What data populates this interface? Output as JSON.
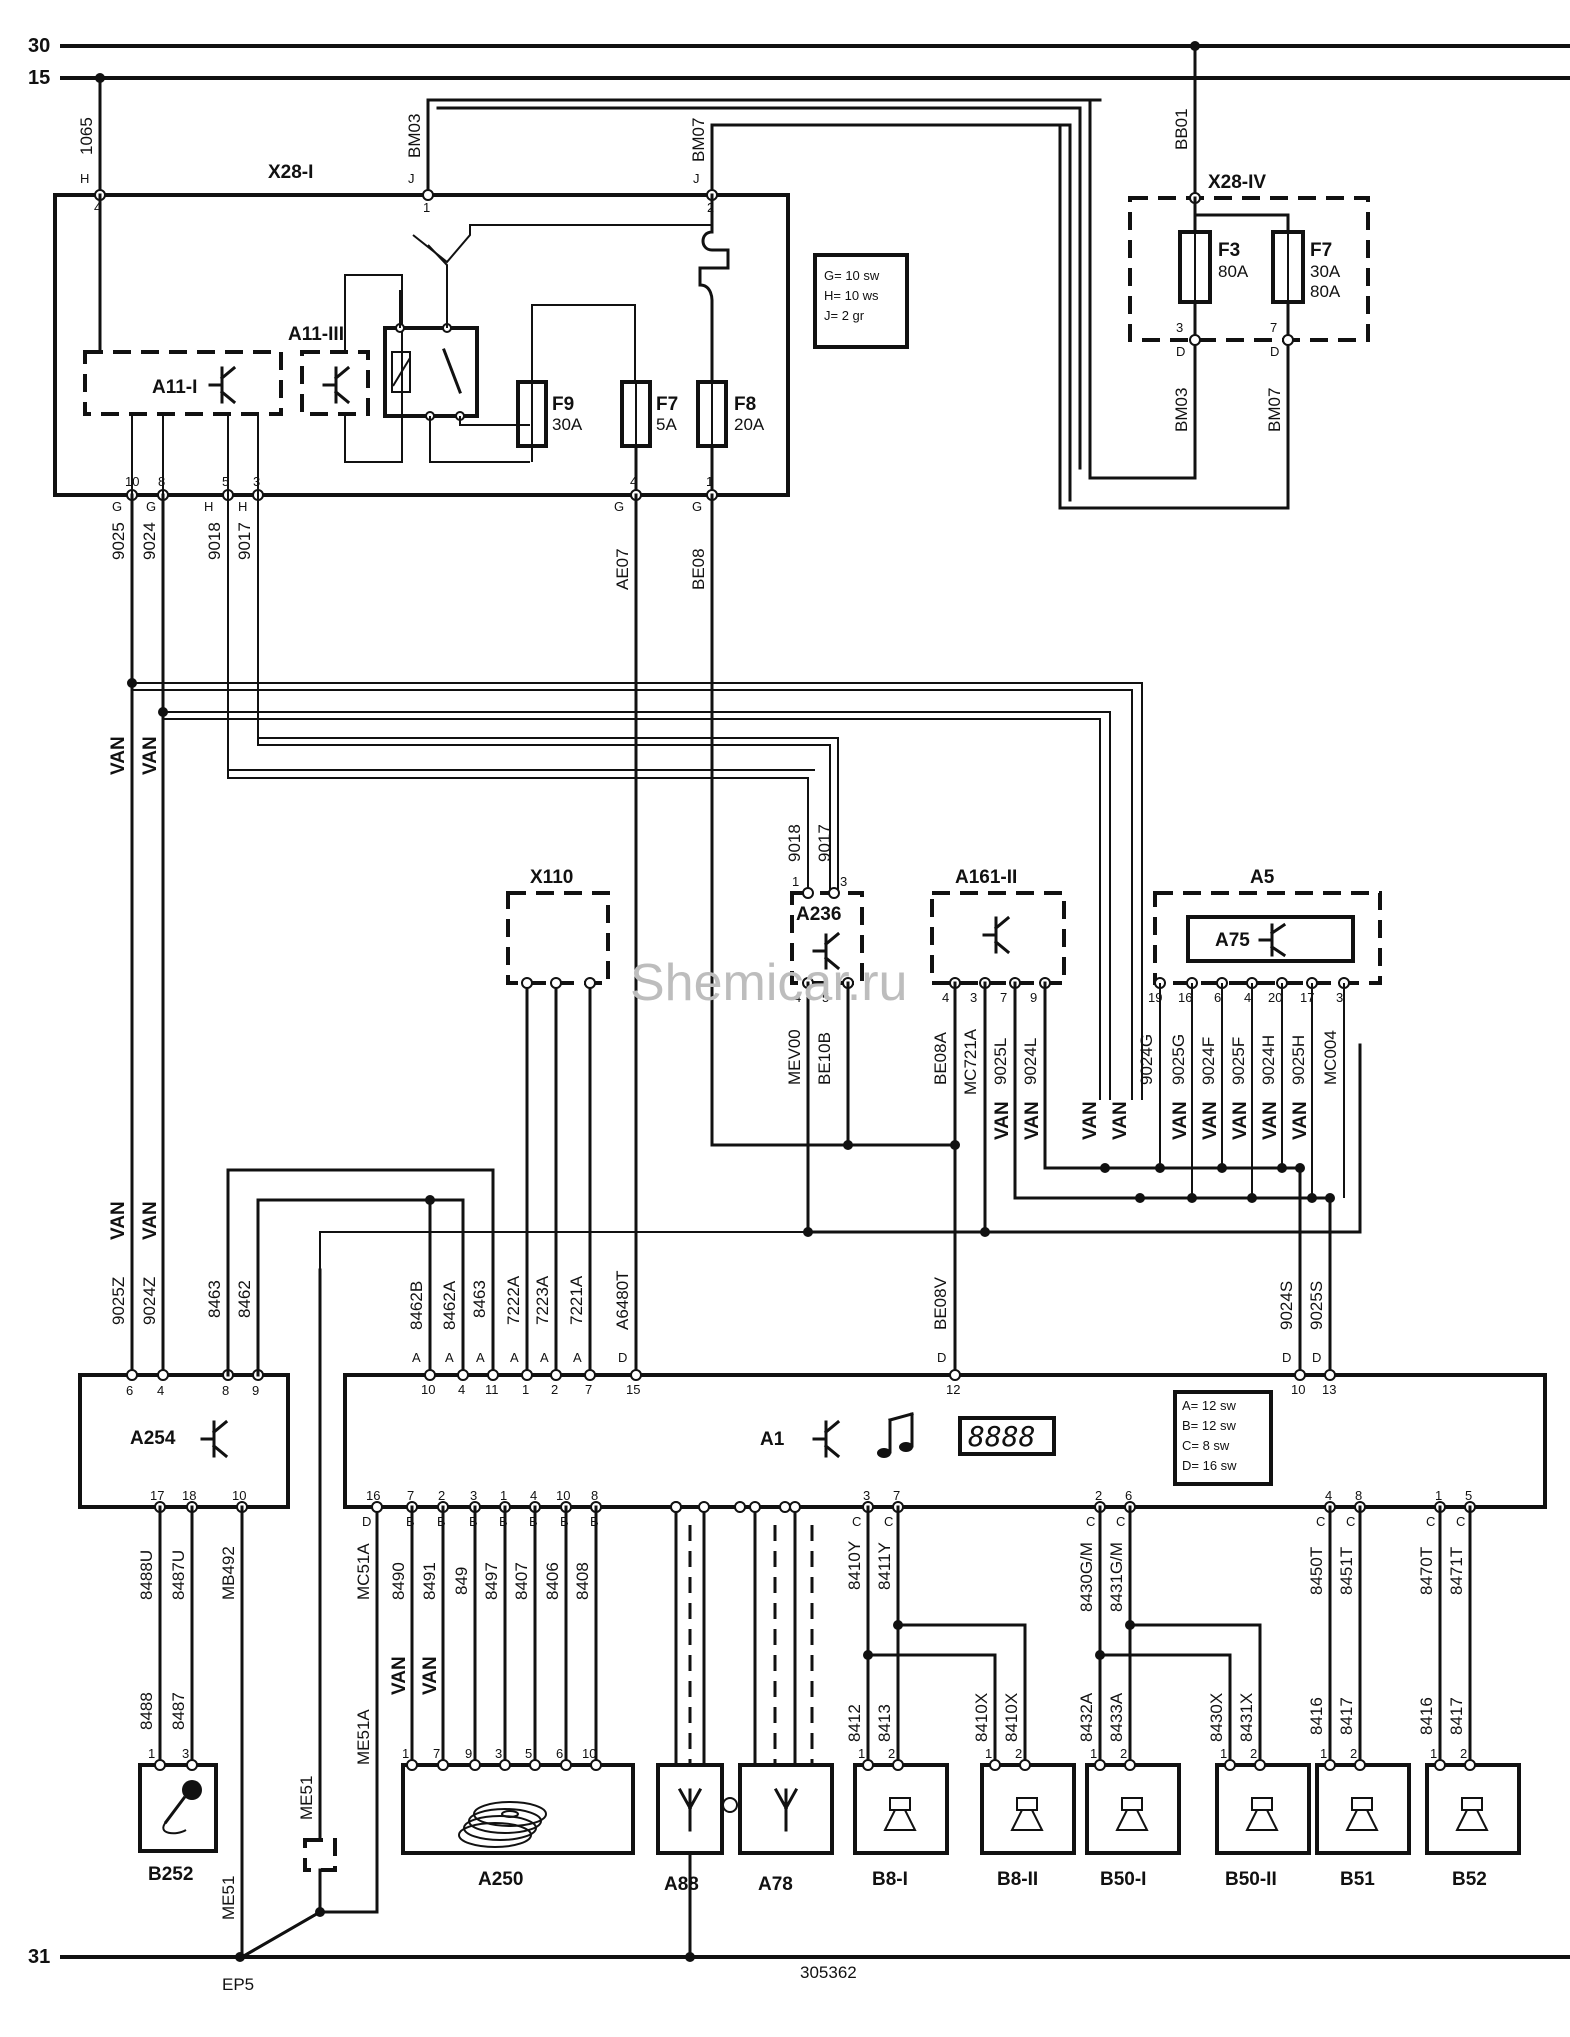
{
  "rails": {
    "r30": "30",
    "r15": "15",
    "r31": "31"
  },
  "components": {
    "x28_1": "X28-I",
    "x28_4": "X28-IV",
    "a11_1": "A11-I",
    "a11_3": "A11-III",
    "x110": "X110",
    "a236": "A236",
    "a161": "A161-II",
    "a5": "A5",
    "a75": "A75",
    "a254": "A254",
    "a1": "A1",
    "b252": "B252",
    "a250": "A250",
    "a88": "A88",
    "a78": "A78",
    "b8_1": "B8-I",
    "b8_2": "B8-II",
    "b50_1": "B50-I",
    "b50_2": "B50-II",
    "b51": "B51",
    "b52": "B52"
  },
  "fuses": {
    "f3": {
      "name": "F3",
      "rating": "80A"
    },
    "f7top": {
      "name": "F7",
      "rating": "30A",
      "rating2": "80A"
    },
    "f9": {
      "name": "F9",
      "rating": "30A"
    },
    "f7": {
      "name": "F7",
      "rating": "5A"
    },
    "f8": {
      "name": "F8",
      "rating": "20A"
    }
  },
  "legend_x28": [
    "G= 10 sw",
    "H= 10 ws",
    "J= 2 gr"
  ],
  "legend_a1": [
    "A= 12 sw",
    "B= 12 sw",
    "C= 8 sw",
    "D= 16 sw"
  ],
  "display_digits": "8888",
  "watermark": "Shemicar.ru",
  "drawing_number": "305362",
  "ground_point": "EP5",
  "wires": {
    "w1065": "1065",
    "bm03": "BM03",
    "bm07": "BM07",
    "bb01": "BB01",
    "bm03b": "BM03",
    "bm07b": "BM07",
    "w9025": "9025",
    "w9024": "9024",
    "w9018": "9018",
    "w9017": "9017",
    "ae07": "AE07",
    "be08": "BE08",
    "w9018b": "9018",
    "w9017b": "9017",
    "mev00": "MEV00",
    "be10b": "BE10B",
    "be08a": "BE08A",
    "mc721a": "MC721A",
    "w9025l": "9025L",
    "w9024l": "9024L",
    "w9024g": "9024G",
    "w9025g": "9025G",
    "w9024f": "9024F",
    "w9025f": "9025F",
    "w9024h": "9024H",
    "w9025h": "9025H",
    "mc004": "MC004",
    "w9025z": "9025Z",
    "w9024z": "9024Z",
    "w8463l": "8463",
    "w8462l": "8462",
    "w8462b": "8462B",
    "w8462a": "8462A",
    "w8463": "8463",
    "w7222a": "7222A",
    "w7223a": "7223A",
    "w7221a": "7221A",
    "a6480t": "A6480T",
    "be08v": "BE08V",
    "w9024s": "9024S",
    "w9025s": "9025S",
    "w8488u": "8488U",
    "w8487u": "8487U",
    "mb492": "MB492",
    "w8488": "8488",
    "w8487": "8487",
    "me51": "ME51",
    "me51b": "ME51",
    "mc51a": "MC51A",
    "me51a": "ME51A",
    "w8490": "8490",
    "w8491": "8491",
    "w849": "849",
    "w8497": "8497",
    "w8407": "8407",
    "w8406": "8406",
    "w8408": "8408",
    "w8410y": "8410Y",
    "w8411y": "8411Y",
    "w8412": "8412",
    "w8413": "8413",
    "w8410x": "8410X",
    "w8410x2": "8410X",
    "w8430g": "8430G/M",
    "w8431g": "8431G/M",
    "w8432a": "8432A",
    "w8433a": "8433A",
    "w8430x": "8430X",
    "w8431x": "8431X",
    "w8450t": "8450T",
    "w8451t": "8451T",
    "w8416": "8416",
    "w8417": "8417",
    "w8470t": "8470T",
    "w8471t": "8471T",
    "w8416b": "8416",
    "w8417b": "8417"
  },
  "van": "VAN"
}
